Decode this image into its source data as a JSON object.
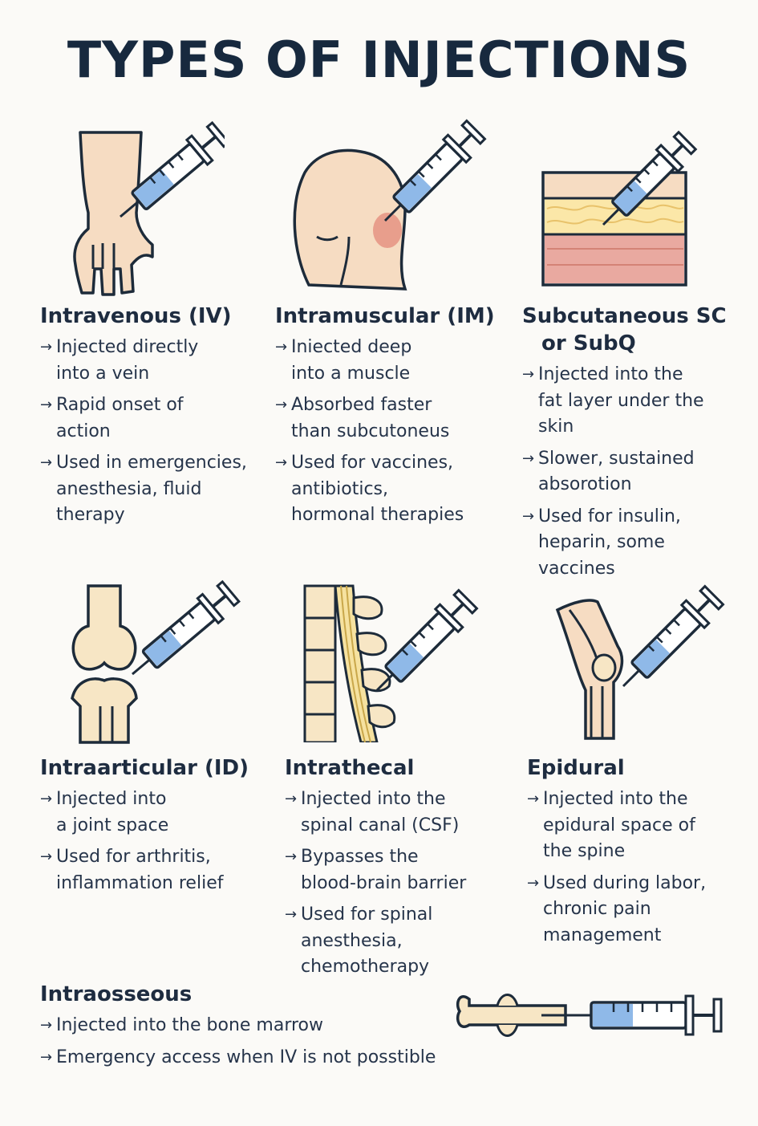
{
  "title": "TYPES OF INJECTIONS",
  "colors": {
    "title": "#17293e",
    "text": "#26344a",
    "skin": "#f6dcc2",
    "outline": "#1d2b3a",
    "syringe_fluid": "#8fb9e8",
    "bone": "#f7e6c5",
    "injection_site": "#e38a7a"
  },
  "arrow": "→",
  "types": [
    {
      "heading": [
        "Intravenous (IV)"
      ],
      "icon": "hand-syringe-icon",
      "bullets": [
        [
          "Injected directly",
          "into a vein"
        ],
        [
          "Rapid onset of",
          "action"
        ],
        [
          "Used in emergencies,",
          "anesthesia, fluid",
          "therapy"
        ]
      ]
    },
    {
      "heading": [
        "Intramuscular (IM)"
      ],
      "icon": "shoulder-syringe-icon",
      "bullets": [
        [
          "Iniected deep",
          "into a muscle"
        ],
        [
          "Absorbed faster",
          "than subcutoneus"
        ],
        [
          "Used for vaccines,",
          "antibiotics,",
          "hormonal therapies"
        ]
      ]
    },
    {
      "heading": [
        "Subcutaneous SC",
        "or SubQ"
      ],
      "icon": "skin-layers-syringe-icon",
      "bullets": [
        [
          "Injected into the",
          "fat layer under the",
          "skin"
        ],
        [
          "Slower, sustained",
          "absorotion"
        ],
        [
          "Used for insulin,",
          "heparin, some",
          "vaccines"
        ]
      ]
    },
    {
      "heading": [
        "Intraarticular (ID)"
      ],
      "icon": "joint-syringe-icon",
      "bullets": [
        [
          "Injected into",
          "a joint space"
        ],
        [
          "Used for arthritis,",
          "inflammation relief"
        ]
      ]
    },
    {
      "heading": [
        "Intrathecal"
      ],
      "icon": "spine-syringe-icon",
      "bullets": [
        [
          "Injected into the",
          "spinal canal (CSF)"
        ],
        [
          "Bypasses the",
          "blood-brain barrier"
        ],
        [
          "Used for spinal",
          "anesthesia,",
          "chemotherapy"
        ]
      ]
    },
    {
      "heading": [
        "Epidural"
      ],
      "icon": "knee-syringe-icon",
      "bullets": [
        [
          "Injected into the",
          "epidural space of",
          "the spine"
        ],
        [
          "Used during labor,",
          "chronic pain",
          "management"
        ]
      ]
    },
    {
      "heading": [
        "Intraosseous"
      ],
      "icon": "bone-syringe-icon",
      "bullets": [
        [
          "Injected into the bone marrow"
        ],
        [
          "Emergency access when IV is not posstible"
        ]
      ]
    }
  ]
}
